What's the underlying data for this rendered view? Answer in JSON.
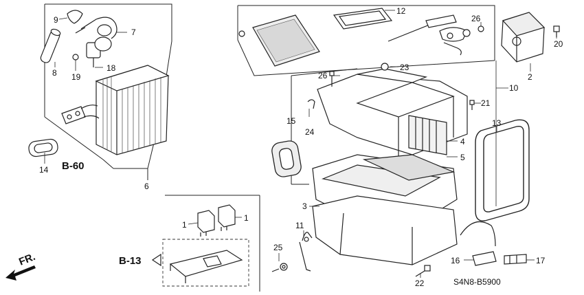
{
  "callouts": {
    "n1a": "1",
    "n1b": "1",
    "n2": "2",
    "n3": "3",
    "n4": "4",
    "n5": "5",
    "n6": "6",
    "n7": "7",
    "n8": "8",
    "n9": "9",
    "n10": "10",
    "n11": "11",
    "n12": "12",
    "n13": "13",
    "n14": "14",
    "n15": "15",
    "n16": "16",
    "n17": "17",
    "n18": "18",
    "n19": "19",
    "n20": "20",
    "n21": "21",
    "n22": "22",
    "n23": "23",
    "n24": "24",
    "n25": "25",
    "n26a": "26",
    "n26b": "26"
  },
  "refs": {
    "b60": "B-60",
    "b13": "B-13",
    "fr": "FR."
  },
  "diagram_code": "S4N8-B5900"
}
